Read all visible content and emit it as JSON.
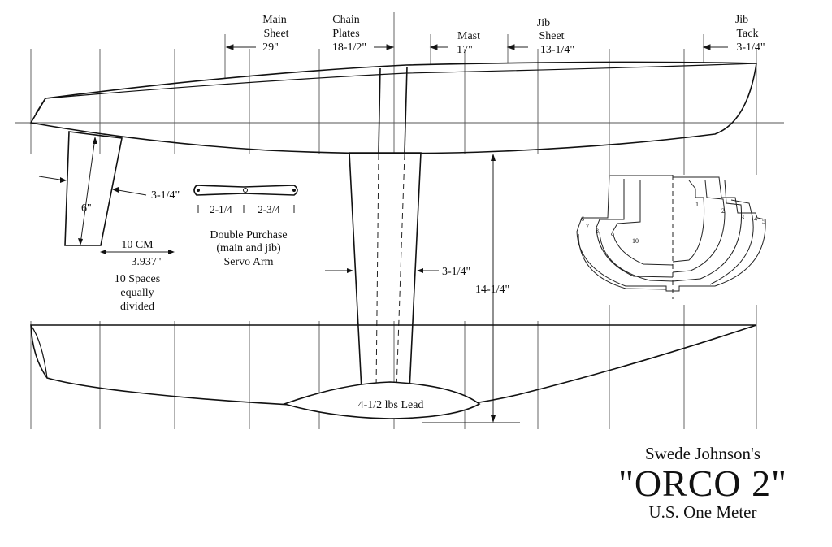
{
  "labels": {
    "main_sheet": [
      "Main",
      "Sheet",
      "29\""
    ],
    "chain_plates": [
      "Chain",
      "Plates",
      "18-1/2\""
    ],
    "mast": [
      "Mast",
      "17\""
    ],
    "jib_sheet": [
      "Jib",
      "Sheet",
      "13-1/4\""
    ],
    "jib_tack": [
      "Jib",
      "Tack",
      "3-1/4\""
    ],
    "rudder_width": "3-1/4\"",
    "rudder_height": "6\"",
    "servo_dim_1": "2-1/4",
    "servo_dim_2": "2-3/4",
    "servo_caption": [
      "Double Purchase",
      "(main and jib)",
      "Servo Arm"
    ],
    "station_spacing": [
      "10 CM",
      "3.937\"",
      "10 Spaces",
      "equally",
      "divided"
    ],
    "keel_width": "3-1/4\"",
    "keel_depth": "14-1/4\"",
    "lead": "4-1/2 lbs Lead",
    "section_numbers": [
      "1",
      "2",
      "3",
      "4",
      "5",
      "6",
      "7",
      "8",
      "9",
      "10"
    ]
  },
  "title": {
    "owner": "Swede Johnson's",
    "name": "\"ORCO 2\"",
    "class": "U.S. One Meter"
  }
}
